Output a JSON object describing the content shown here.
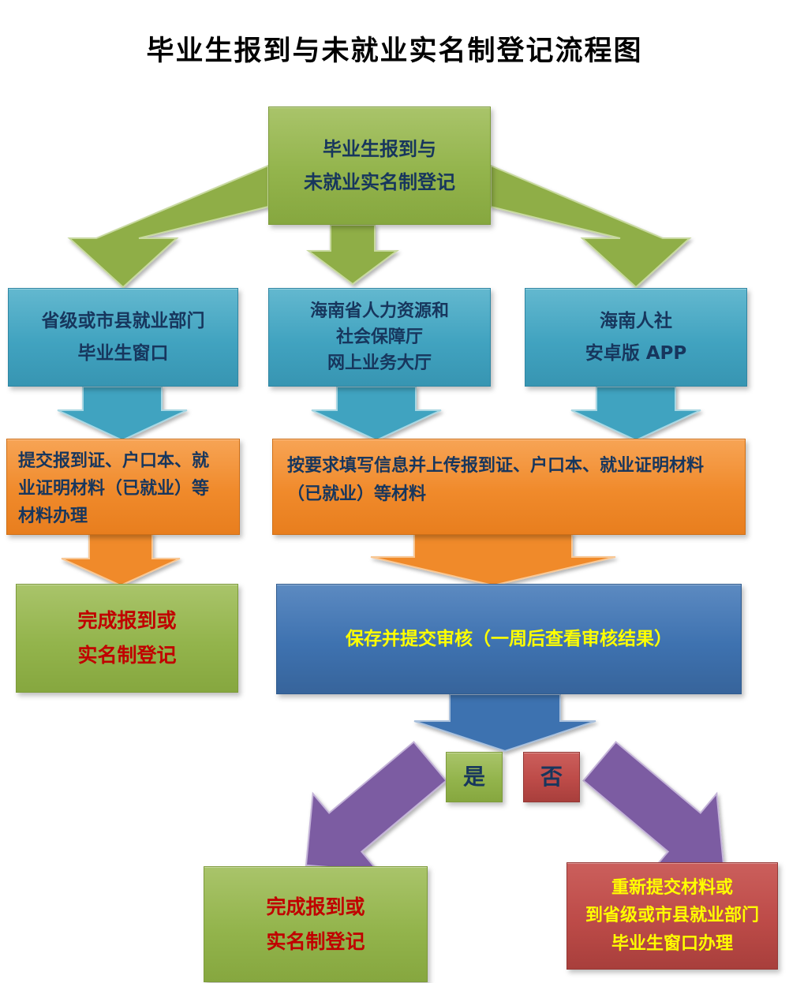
{
  "title": "毕业生报到与未就业实名制登记流程图",
  "flow": {
    "start": "毕业生报到与\n未就业实名制登记",
    "channel_window": "省级或市县就业部门\n毕业生窗口",
    "channel_hall": "海南省人力资源和\n社会保障厅\n网上业务大厅",
    "channel_app": "海南人社\n安卓版 APP",
    "submit_counter": "提交报到证、户口本、就\n业证明材料（已就业）等\n材料办理",
    "submit_online": "按要求填写信息并上传报到证、户口本、就业证明材料\n（已就业）等材料",
    "done_counter": "完成报到或\n实名制登记",
    "save_review": "保存并提交审核（一周后查看审核结果）",
    "decision_yes": "是",
    "decision_no": "否",
    "done_online": "完成报到或\n实名制登记",
    "resubmit": "重新提交材料或\n到省级或市县就业部门\n毕业生窗口办理"
  },
  "colors": {
    "green": "#93b44c",
    "teal": "#41a3c0",
    "orange": "#f08a2b",
    "blue": "#3e72b0",
    "red": "#bd4b48",
    "purple": "#7c5ca2",
    "text_navy": "#17365d",
    "text_red": "#c00000",
    "text_yellow": "#ffff00",
    "title_color": "#000000"
  }
}
